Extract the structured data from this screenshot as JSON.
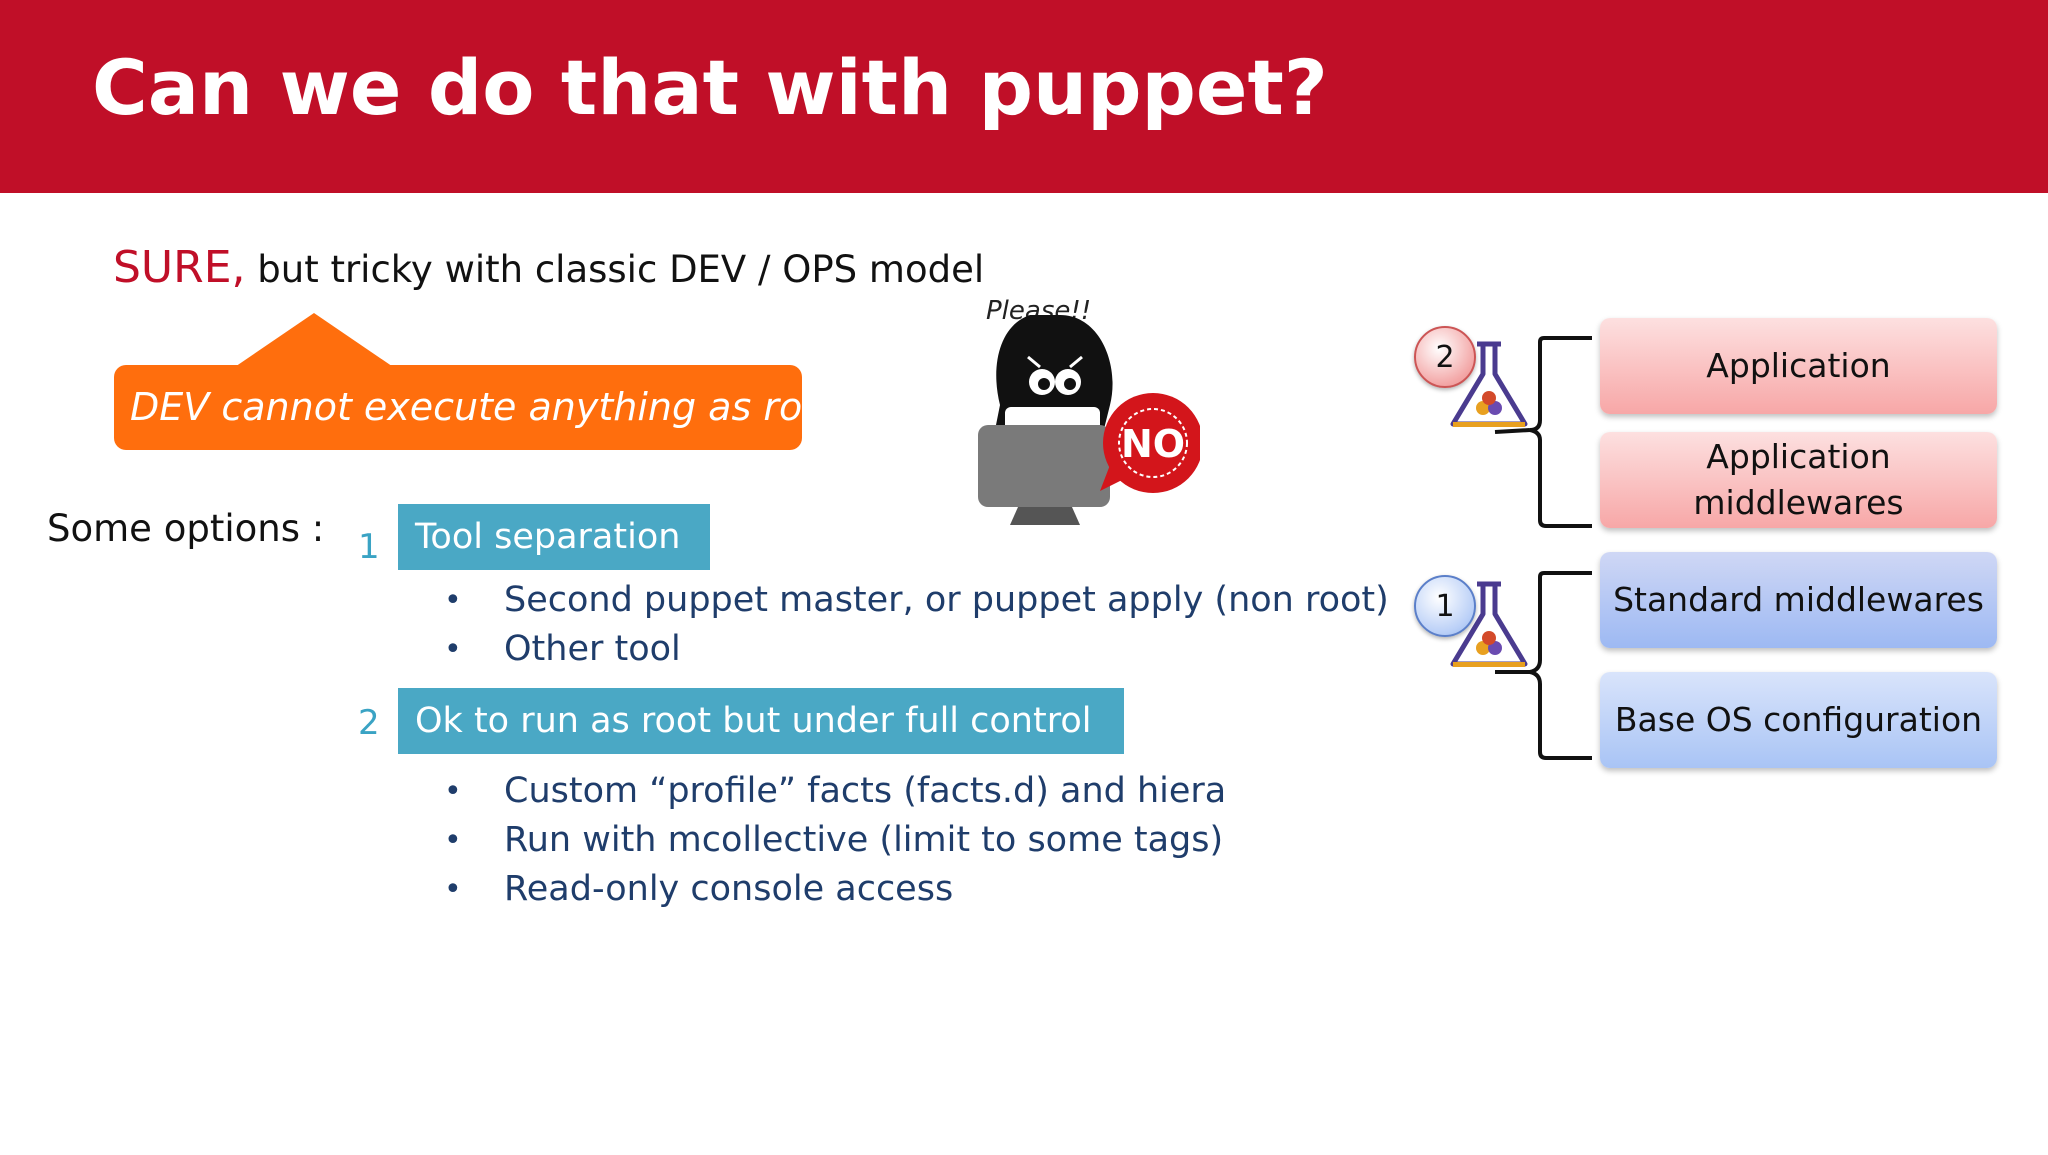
{
  "slide": {
    "title": "Can we do that with puppet?",
    "sure_word": "SURE,",
    "sure_rest": " but tricky with classic DEV / OPS model",
    "callout": "DEV cannot execute anything as root",
    "options_label": "Some options :"
  },
  "options": [
    {
      "number": "1",
      "title": "Tool separation",
      "bullets": [
        "Second puppet master, or puppet apply (non root)",
        "Other tool"
      ]
    },
    {
      "number": "2",
      "title": "Ok to run as root but under full control",
      "bullets": [
        "Custom “profile” facts (facts.d) and hiera",
        "Run with mcollective (limit to some tags)",
        "Read-only console access"
      ]
    }
  ],
  "illustration": {
    "speech": "Please!!",
    "stamp": "NO"
  },
  "layers": {
    "group2_badge": "2",
    "group1_badge": "1",
    "items": [
      "Application",
      "Application middlewares",
      "Standard middlewares",
      "Base OS configuration"
    ]
  },
  "colors": {
    "banner": "#c00f28",
    "callout": "#ff6e0d",
    "option_box": "#4aa8c5",
    "bullet_text": "#1f3d6b"
  }
}
